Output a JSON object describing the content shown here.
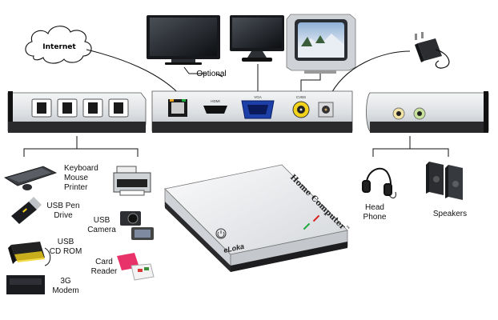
{
  "labels": {
    "internet": "Internet",
    "optional": "Optional",
    "port_hdmi": "HDMI",
    "port_vga": "VGA",
    "port_cvbs": "CVBS",
    "keyboard_mouse_printer": [
      "Keyboard",
      "Mouse",
      "Printer"
    ],
    "usb_pen_drive": [
      "USB Pen",
      "Drive"
    ],
    "usb_camera": [
      "USB",
      "Camera"
    ],
    "usb_cd_rom": [
      "USB",
      "CD ROM"
    ],
    "card_reader": [
      "Card",
      "Reader"
    ],
    "modem_3g": [
      "3G",
      "Modem"
    ],
    "head_phone": [
      "Head",
      "Phone"
    ],
    "speakers": "Speakers",
    "device_brand": "eLoka",
    "device_title": "Home Computer",
    "device_trademark": "™"
  },
  "colors": {
    "device_silver": "#e4e6e8",
    "device_dark": "#2a2a2c",
    "vga_blue": "#1d3fa8",
    "cvbs_yellow": "#f3d21c",
    "led_green": "#19a83a",
    "led_red": "#d6201e",
    "card_reader_pink": "#e8336a"
  }
}
